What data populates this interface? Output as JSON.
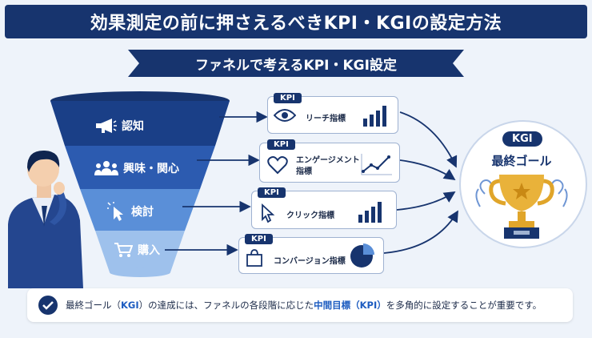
{
  "title": "効果測定の前に押さえるべきKPI・KGIの設定方法",
  "subtitle": "ファネルで考えるKPI・KGI設定",
  "funnel": [
    {
      "label": "認知",
      "icon": "megaphone-icon"
    },
    {
      "label": "興味・関心",
      "icon": "people-icon"
    },
    {
      "label": "検討",
      "icon": "cursor-icon"
    },
    {
      "label": "購入",
      "icon": "cart-icon"
    }
  ],
  "kpis": [
    {
      "tag": "KPI",
      "name": "リーチ指標",
      "icon": "eye-icon",
      "chart": "bar-chart-icon"
    },
    {
      "tag": "KPI",
      "name_line1": "エンゲージメント",
      "name_line2": "指標",
      "icon": "heart-icon",
      "chart": "line-chart-icon"
    },
    {
      "tag": "KPI",
      "name": "クリック指標",
      "icon": "cursor-icon",
      "chart": "bar-chart-icon"
    },
    {
      "tag": "KPI",
      "name": "コンバージョン指標",
      "icon": "shopping-bag-icon",
      "chart": "pie-chart-icon"
    }
  ],
  "kgi": {
    "tag": "KGI",
    "goal": "最終ゴール",
    "icon": "trophy-icon"
  },
  "summary": {
    "part1": "最終ゴール（",
    "kgi": "KGI",
    "part2": "）の達成には、ファネルの各段階に応じた",
    "mid": "中間目標（KPI）",
    "part3": "を多角的に設定することが重要です。"
  },
  "colors": {
    "navy": "#17346e",
    "blue": "#1d5cc0",
    "gold": "#e0a52a"
  }
}
